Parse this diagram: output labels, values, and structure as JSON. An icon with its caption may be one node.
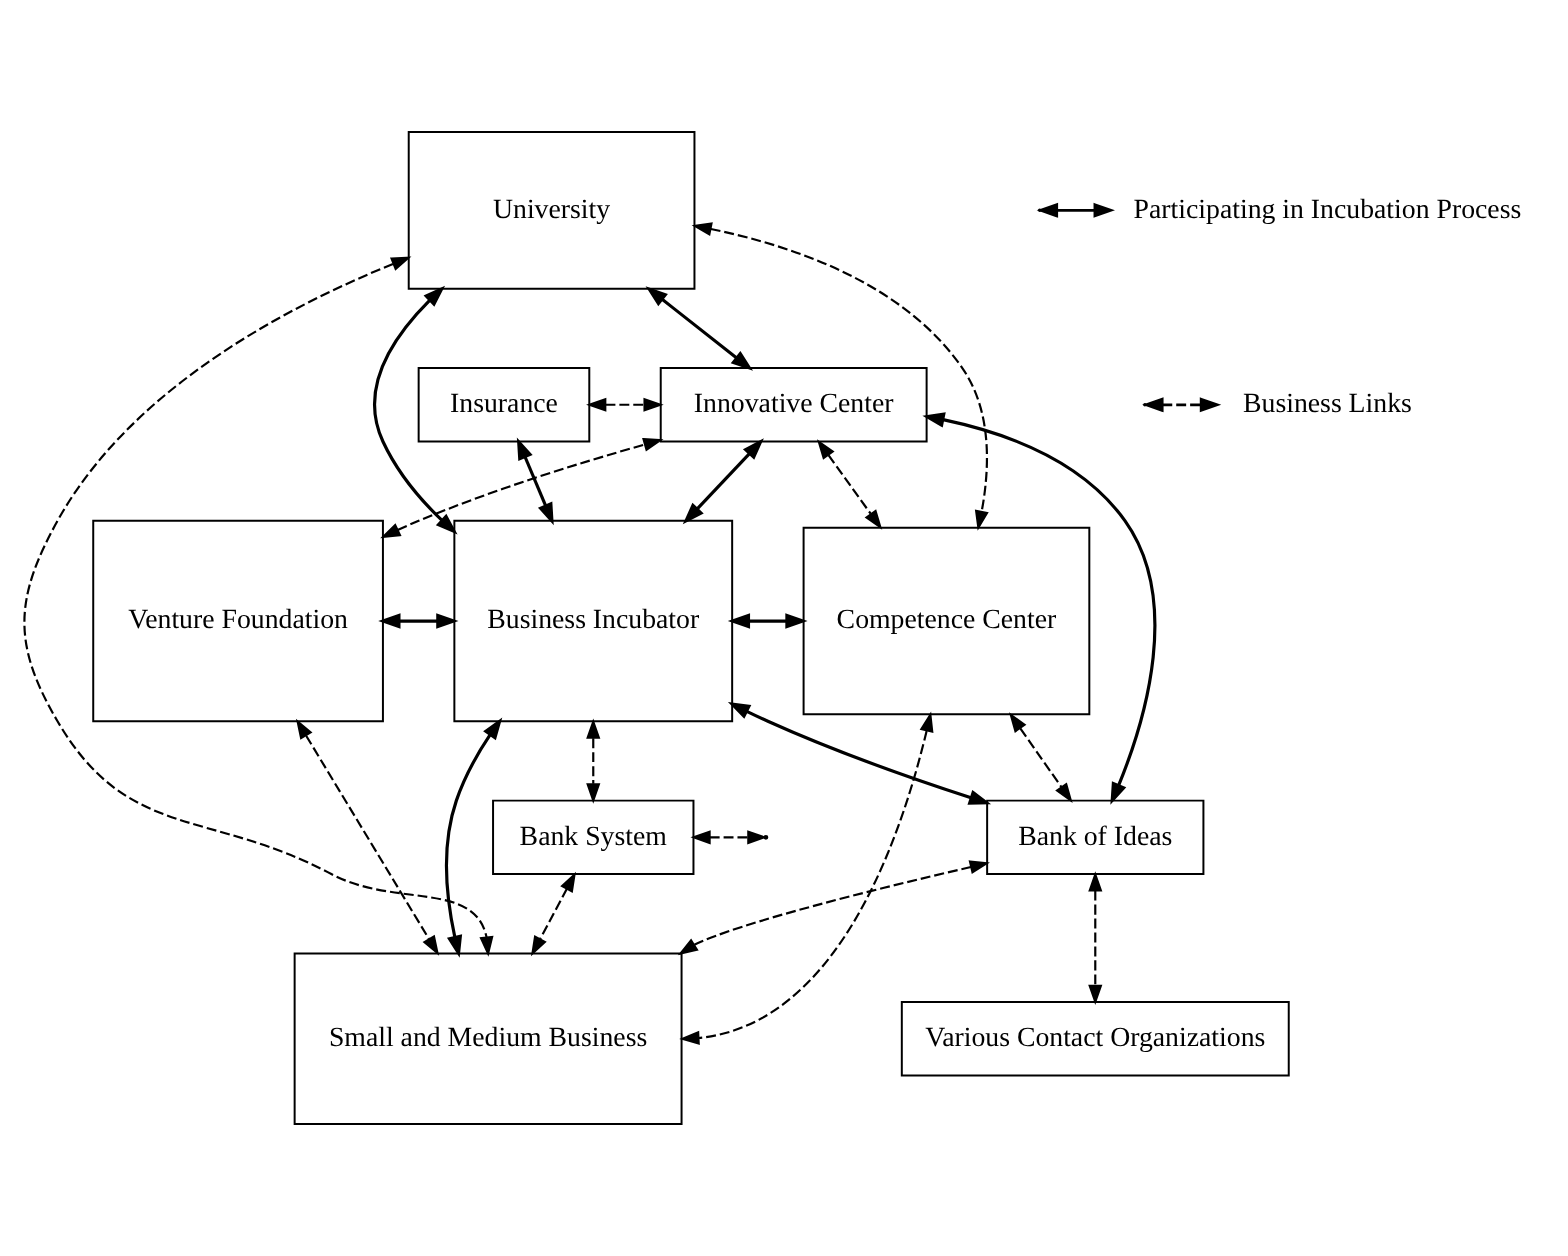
{
  "diagram": {
    "nodes": [
      {
        "text": [
          "University"
        ]
      },
      {
        "text": [
          "Insurance"
        ]
      },
      {
        "text": [
          "Innovative Center"
        ]
      },
      {
        "text": [
          "Venture Foundation"
        ]
      },
      {
        "text": [
          "Business Incubator"
        ]
      },
      {
        "text": [
          "Competence Center"
        ]
      },
      {
        "text": [
          "Bank System"
        ]
      },
      {
        "text": [
          "Bank of Ideas"
        ]
      },
      {
        "text": [
          "Small and Medium Business"
        ]
      },
      {
        "text": [
          "Various Contact Organizations"
        ]
      }
    ],
    "edges": [
      {
        "from": 0,
        "to": 4,
        "arrow": "both"
      },
      {
        "from": 0,
        "to": 2,
        "arrow": "both"
      },
      {
        "from": 1,
        "to": 4,
        "arrow": "both"
      },
      {
        "from": 4,
        "to": 2,
        "arrow": "both"
      },
      {
        "from": 3,
        "to": 4,
        "arrow": "both"
      },
      {
        "from": 4,
        "to": 5,
        "arrow": "both"
      },
      {
        "from": 2,
        "to": 7,
        "arrow": "both"
      },
      {
        "from": 4,
        "to": 7,
        "arrow": "both"
      },
      {
        "from": 4,
        "to": 8,
        "arrow": "both"
      },
      {
        "from": 0,
        "to": 5,
        "arrow": "both",
        "style": "dashed"
      },
      {
        "from": 1,
        "to": 2,
        "arrow": "both",
        "style": "dashed"
      },
      {
        "from": 3,
        "to": 2,
        "arrow": "both",
        "style": "dashed"
      },
      {
        "from": 2,
        "to": 5,
        "arrow": "both",
        "style": "dashed"
      },
      {
        "from": 5,
        "to": 7,
        "arrow": "both",
        "style": "dashed"
      },
      {
        "from": 0,
        "to": 8,
        "arrow": "both",
        "style": "dashed"
      },
      {
        "from": 6,
        "to": null,
        "arrow": "both",
        "style": "dashed"
      },
      {
        "from": 4,
        "to": 6,
        "arrow": "both",
        "style": "dashed"
      },
      {
        "from": 3,
        "to": 8,
        "arrow": "both",
        "style": "dashed"
      },
      {
        "from": 6,
        "to": 8,
        "arrow": "both",
        "style": "dashed"
      },
      {
        "from": 7,
        "to": 8,
        "arrow": "both",
        "style": "dashed"
      },
      {
        "from": 5,
        "to": 8,
        "arrow": "both",
        "style": "dashed"
      },
      {
        "from": 7,
        "to": 9,
        "arrow": "both",
        "style": "dashed"
      }
    ],
    "legend": [
      {
        "text": "Participating in Incubation Process"
      },
      {
        "text": "Business Links"
      }
    ]
  }
}
